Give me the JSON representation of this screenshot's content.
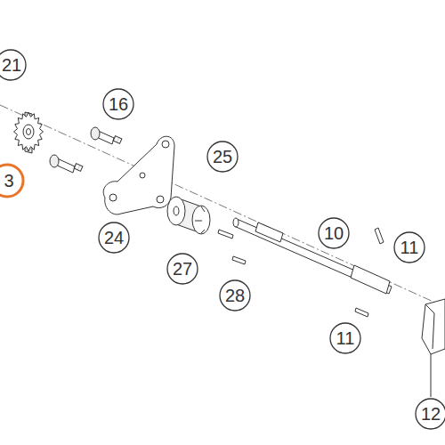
{
  "diagram": {
    "labels": [
      "21",
      "3",
      "16",
      "25",
      "24",
      "10",
      "11",
      "27",
      "28",
      "11",
      "12"
    ]
  }
}
